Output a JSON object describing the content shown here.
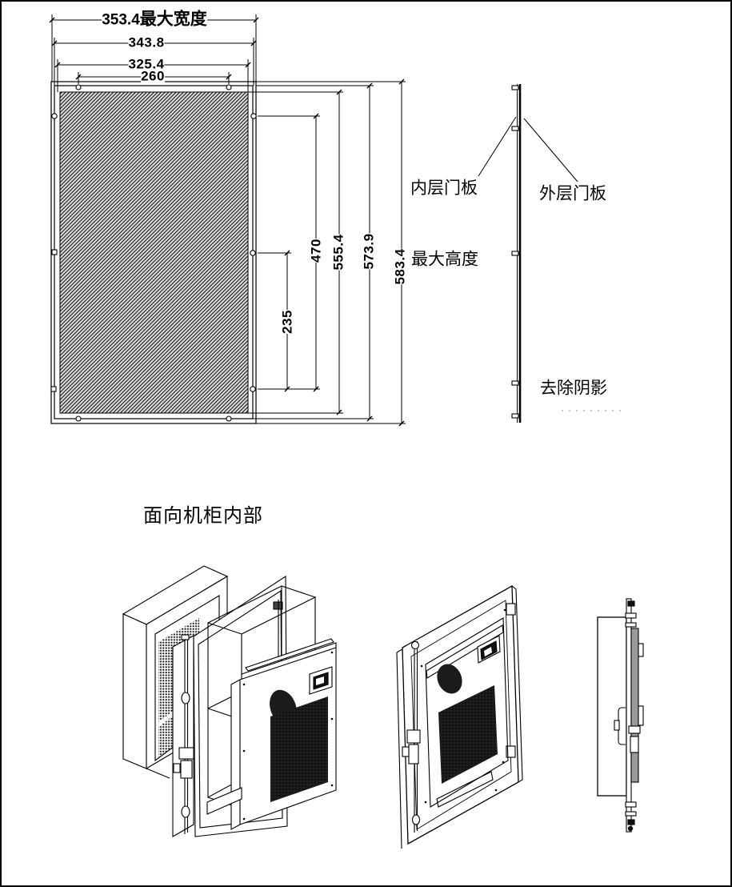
{
  "drawing": {
    "front_view": {
      "horizontal_dims": [
        {
          "value": "353.4",
          "suffix": "最大宽度"
        },
        {
          "value": "343.8",
          "suffix": ""
        },
        {
          "value": "325.4",
          "suffix": ""
        },
        {
          "value": "260",
          "suffix": ""
        }
      ],
      "vertical_dims": [
        {
          "value": "235"
        },
        {
          "value": "470"
        },
        {
          "value": "555.4"
        },
        {
          "value": "573.9"
        },
        {
          "value": "583.4"
        }
      ],
      "max_height_label": "最大高度"
    },
    "side_view": {
      "inner_panel_label": "内层门板",
      "outer_panel_label": "外层门板",
      "note_label": "去除阴影"
    },
    "caption": "面向机柜内部"
  },
  "colors": {
    "line": "#000000",
    "bg": "#ffffff",
    "hatch-fill": "#dcdcdc",
    "grille-fill": "#161616",
    "mech-fill": "#9a9a9a"
  }
}
